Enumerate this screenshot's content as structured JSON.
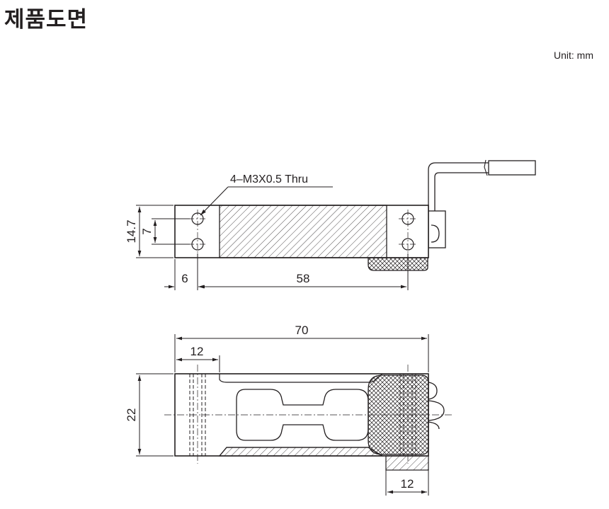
{
  "header": {
    "title": "제품도면",
    "unit": "Unit: mm"
  },
  "top_view": {
    "hole_note": "4–M3X0.5 Thru",
    "dim_height": "14.7",
    "dim_hole_spacing": "7",
    "dim_edge": "6",
    "dim_hole_pitch": "58"
  },
  "side_view": {
    "dim_length": "70",
    "dim_left_mount": "12",
    "dim_height": "22",
    "dim_right_mount": "12"
  },
  "colors": {
    "line": "#231f20",
    "background": "#ffffff"
  }
}
